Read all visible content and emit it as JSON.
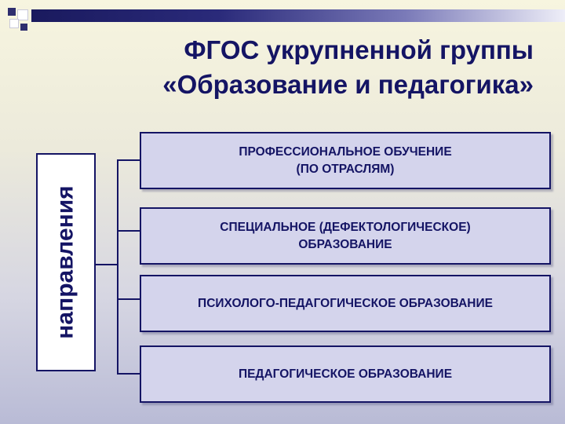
{
  "title": {
    "line1": "ФГОС укрупненной группы",
    "line2": "«Образование и педагогика»"
  },
  "category_label": "направления",
  "directions": [
    {
      "line1": "ПРОФЕССИОНАЛЬНОЕ ОБУЧЕНИЕ",
      "line2": "(ПО ОТРАСЛЯМ)"
    },
    {
      "line1": "СПЕЦИАЛЬНОЕ (ДЕФЕКТОЛОГИЧЕСКОЕ)",
      "line2": "ОБРАЗОВАНИЕ"
    },
    {
      "line1": "ПСИХОЛОГО-ПЕДАГОГИЧЕСКОЕ ОБРАЗОВАНИЕ",
      "line2": ""
    },
    {
      "line1": "ПЕДАГОГИЧЕСКОЕ ОБРАЗОВАНИЕ",
      "line2": ""
    }
  ],
  "colors": {
    "text": "#141464",
    "box_fill": "#d4d4ec",
    "label_fill": "#ffffff"
  }
}
